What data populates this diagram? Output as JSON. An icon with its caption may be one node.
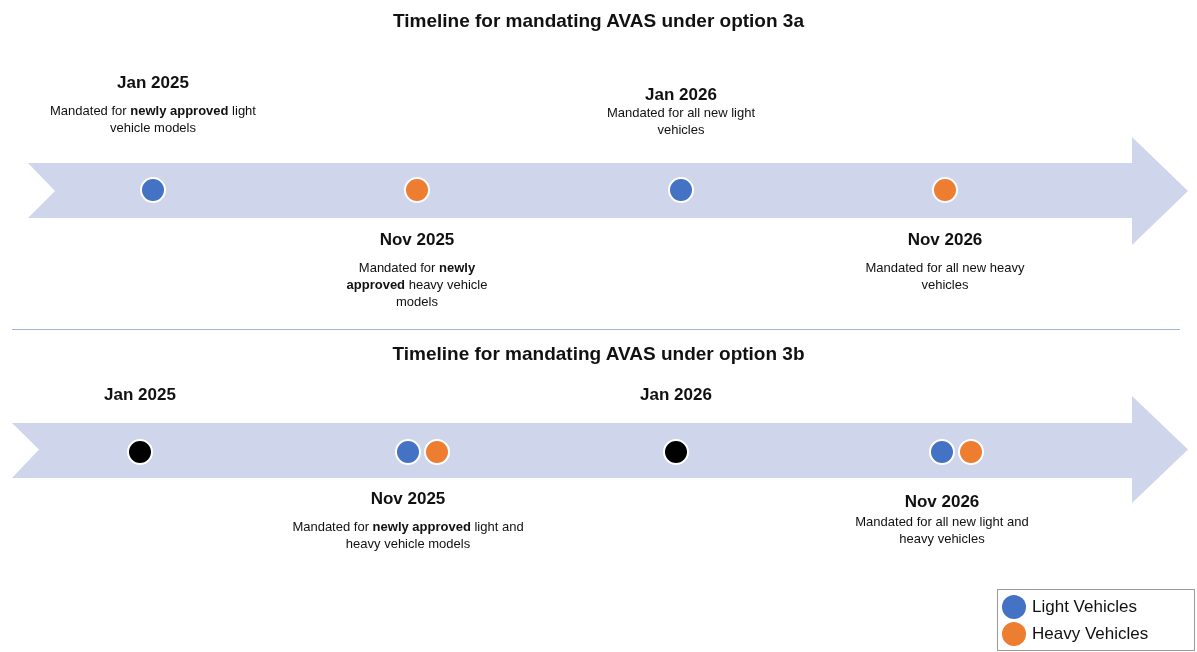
{
  "diagram": {
    "nodes": [
      {
        "text": [],
        "shape": "arrow"
      },
      {
        "text": [],
        "shape": "circle",
        "in": 0,
        "beside": [
          "Jan 2025",
          "Mandated for **newly approved** light vehicle models"
        ]
      },
      {
        "text": [],
        "shape": "circle",
        "in": 0,
        "beside": [
          "Nov 2025",
          "Mandated for **newly approved** heavy vehicle models"
        ]
      },
      {
        "text": [],
        "shape": "circle",
        "in": 0,
        "beside": [
          "Jan 2026",
          "Mandated for all new light vehicles"
        ]
      },
      {
        "text": [],
        "shape": "circle",
        "in": 0,
        "beside": [
          "Nov 2026",
          "Mandated for all new heavy vehicles"
        ]
      },
      {
        "text": [],
        "shape": "arrow"
      },
      {
        "text": [],
        "shape": "circle",
        "in": 5,
        "beside": [
          "Jan 2025"
        ]
      },
      {
        "text": [],
        "shape": "circle",
        "in": 5,
        "beside": [
          "Nov 2025",
          "Mandated for **newly approved** light and heavy vehicle models"
        ]
      },
      {
        "text": [],
        "shape": "circle",
        "in": 5
      },
      {
        "text": [],
        "shape": "circle",
        "in": 5,
        "beside": [
          "Jan 2026"
        ]
      },
      {
        "text": [],
        "shape": "circle",
        "in": 5,
        "beside": [
          "Nov 2026",
          "Mandated for all new light and heavy vehicles"
        ]
      },
      {
        "text": [],
        "shape": "circle",
        "in": 5
      }
    ],
    "labels": [
      "Timeline for mandating AVAS under option 3a",
      "Timeline for mandating AVAS under option 3b"
    ],
    "legend": [
      {
        "text": "Light Vehicles",
        "color": "#4472c4"
      },
      {
        "text": "Heavy Vehicles",
        "color": "#ed7d31"
      }
    ]
  }
}
